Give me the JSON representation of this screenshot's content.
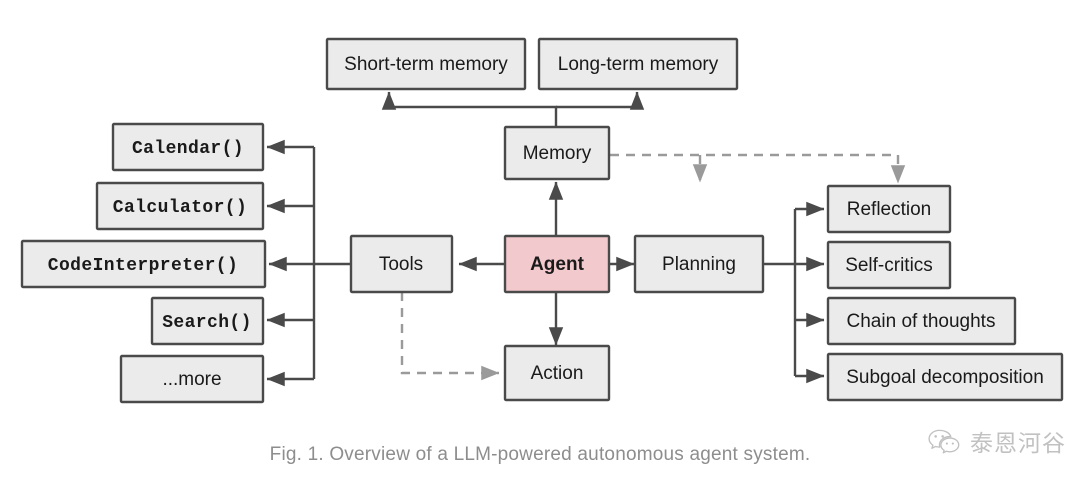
{
  "figure": {
    "caption": "Fig. 1. Overview of a LLM-powered autonomous agent system.",
    "background": "#ffffff",
    "node_fill": "#ebebeb",
    "node_stroke": "#4a4a4a",
    "accent_fill": "#f2c9cd",
    "dashed_stroke": "#9a9a9a",
    "caption_color": "#8d8d8d"
  },
  "nodes": {
    "short_term_memory": "Short-term memory",
    "long_term_memory": "Long-term memory",
    "memory": "Memory",
    "agent": "Agent",
    "tools": "Tools",
    "action": "Action",
    "planning": "Planning",
    "calendar": "Calendar()",
    "calculator": "Calculator()",
    "code_interpreter": "CodeInterpreter()",
    "search": "Search()",
    "more": "...more",
    "reflection": "Reflection",
    "self_critics": "Self-critics",
    "chain_of_thoughts": "Chain of thoughts",
    "subgoal_decomposition": "Subgoal decomposition"
  },
  "watermark": {
    "text": "泰恩河谷",
    "icon": "wechat-icon"
  }
}
